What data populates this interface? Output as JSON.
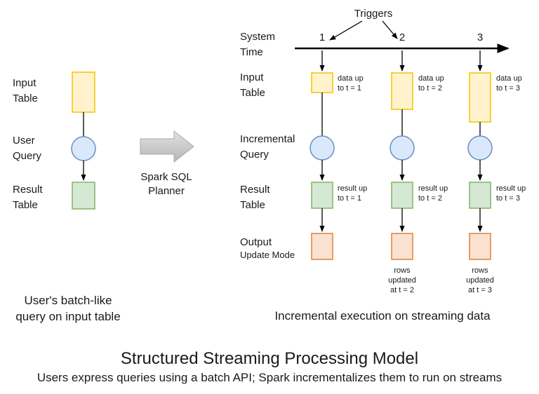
{
  "left": {
    "input_label": [
      "Input",
      "Table"
    ],
    "query_label": [
      "User",
      "Query"
    ],
    "result_label": [
      "Result",
      "Table"
    ],
    "caption": [
      "User's batch-like",
      "query on input table"
    ]
  },
  "planner": [
    "Spark SQL",
    "Planner"
  ],
  "right": {
    "triggers_label": "Triggers",
    "system_time_label": [
      "System",
      "Time"
    ],
    "ticks": [
      "1",
      "2",
      "3"
    ],
    "input_label": [
      "Input",
      "Table"
    ],
    "query_label": [
      "Incremental",
      "Query"
    ],
    "result_label": [
      "Result",
      "Table"
    ],
    "output_label": "Output",
    "output_mode": "Update Mode",
    "data_notes": [
      [
        "data up",
        "to t = 1"
      ],
      [
        "data up",
        "to t = 2"
      ],
      [
        "data up",
        "to t = 3"
      ]
    ],
    "result_notes": [
      [
        "result up",
        "to t = 1"
      ],
      [
        "result up",
        "to t = 2"
      ],
      [
        "result up",
        "to t = 3"
      ]
    ],
    "update_notes": [
      [
        "rows",
        "updated",
        "at t = 2"
      ],
      [
        "rows",
        "updated",
        "at t = 3"
      ]
    ],
    "caption": "Incremental execution on streaming data"
  },
  "footer": {
    "title": "Structured Streaming Processing Model",
    "subtitle": "Users express queries using a batch API; Spark incrementalizes them to run on streams"
  },
  "colors": {
    "input_fill": "#fff2cc",
    "input_stroke": "#f5c400",
    "query_fill": "#dae8fc",
    "query_stroke": "#6c8ebf",
    "result_fill": "#d5e8d4",
    "result_stroke": "#82b366",
    "output_fill": "#fbe1d0",
    "output_stroke": "#e0813f",
    "arrow_gray": "#c8c8c8"
  }
}
